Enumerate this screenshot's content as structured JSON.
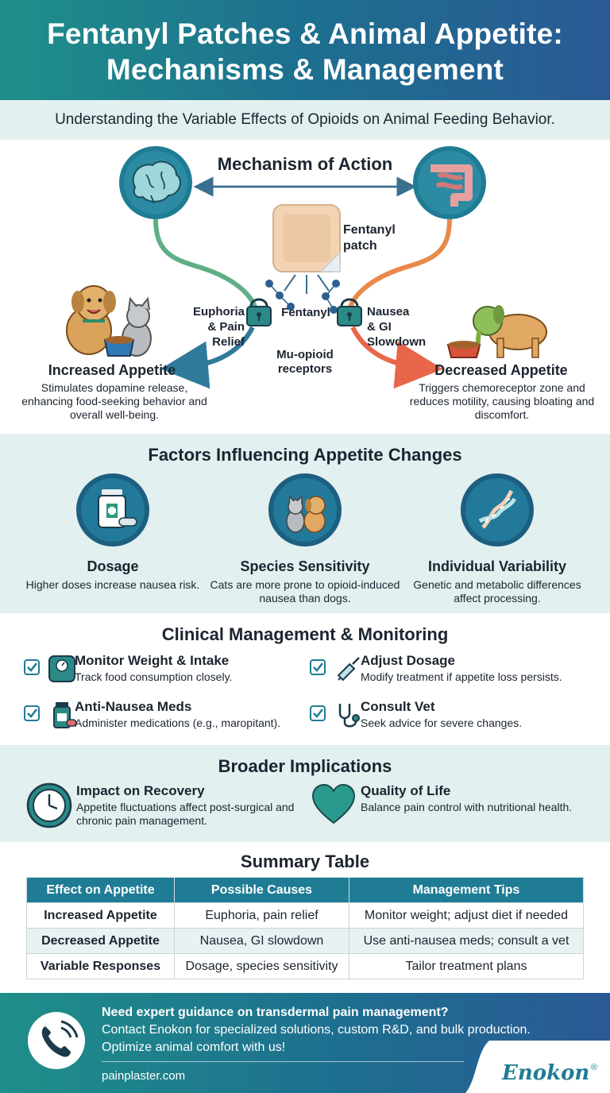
{
  "header": {
    "title_line1": "Fentanyl Patches & Animal Appetite:",
    "title_line2": "Mechanisms & Management"
  },
  "subtitle": "Understanding the Variable Effects of Opioids on Animal Feeding Behavior.",
  "mechanism": {
    "title": "Mechanism of Action",
    "patch_label_line1": "Fentanyl",
    "patch_label_line2": "patch",
    "fentanyl_label": "Fentanyl",
    "receptor_label_line1": "Mu-opioid",
    "receptor_label_line2": "receptors",
    "left_pathway_line1": "Euphoria",
    "left_pathway_line2": "& Pain",
    "left_pathway_line3": "Relief",
    "right_pathway_line1": "Nausea",
    "right_pathway_line2": "& GI",
    "right_pathway_line3": "Slowdown",
    "increased": {
      "title": "Increased Appetite",
      "desc": "Stimulates dopamine release, enhancing food-seeking behavior and overall well-being."
    },
    "decreased": {
      "title": "Decreased Appetite",
      "desc": "Triggers chemoreceptor zone and reduces motility, causing bloating and discomfort."
    }
  },
  "factors": {
    "title": "Factors Influencing Appetite Changes",
    "items": [
      {
        "title": "Dosage",
        "desc": "Higher doses increase nausea risk."
      },
      {
        "title": "Species Sensitivity",
        "desc": "Cats are more prone to opioid-induced nausea than dogs."
      },
      {
        "title": "Individual Variability",
        "desc": "Genetic and metabolic differences affect processing."
      }
    ]
  },
  "clinical": {
    "title": "Clinical Management & Monitoring",
    "items": [
      {
        "title": "Monitor Weight & Intake",
        "desc": "Track food consumption closely."
      },
      {
        "title": "Adjust Dosage",
        "desc": "Modify treatment if appetite loss persists."
      },
      {
        "title": "Anti-Nausea Meds",
        "desc": "Administer medications (e.g., maropitant)."
      },
      {
        "title": "Consult Vet",
        "desc": "Seek advice for severe changes."
      }
    ]
  },
  "broader": {
    "title": "Broader Implications",
    "items": [
      {
        "title": "Impact on Recovery",
        "desc": "Appetite fluctuations affect post-surgical and chronic pain management."
      },
      {
        "title": "Quality of Life",
        "desc": "Balance pain control with nutritional health."
      }
    ]
  },
  "summary": {
    "title": "Summary Table",
    "headers": [
      "Effect on Appetite",
      "Possible Causes",
      "Management Tips"
    ],
    "rows": [
      [
        "Increased Appetite",
        "Euphoria, pain relief",
        "Monitor weight; adjust diet if needed"
      ],
      [
        "Decreased Appetite",
        "Nausea, GI slowdown",
        "Use anti-nausea meds; consult a vet"
      ],
      [
        "Variable Responses",
        "Dosage, species sensitivity",
        "Tailor treatment plans"
      ]
    ]
  },
  "footer": {
    "headline": "Need expert guidance on transdermal pain management?",
    "line2": "Contact Enokon for specialized solutions, custom R&D, and bulk production.",
    "line3": "Optimize animal comfort with us!",
    "website": "painplaster.com",
    "brand": "Enokon",
    "reg": "®"
  },
  "colors": {
    "teal": "#1f8f8a",
    "blue": "#2a5a95",
    "green_arrow": "#5fae86",
    "orange_arrow": "#e8664a",
    "light_band": "#e3f0f0",
    "table_header": "#1f7c94"
  }
}
